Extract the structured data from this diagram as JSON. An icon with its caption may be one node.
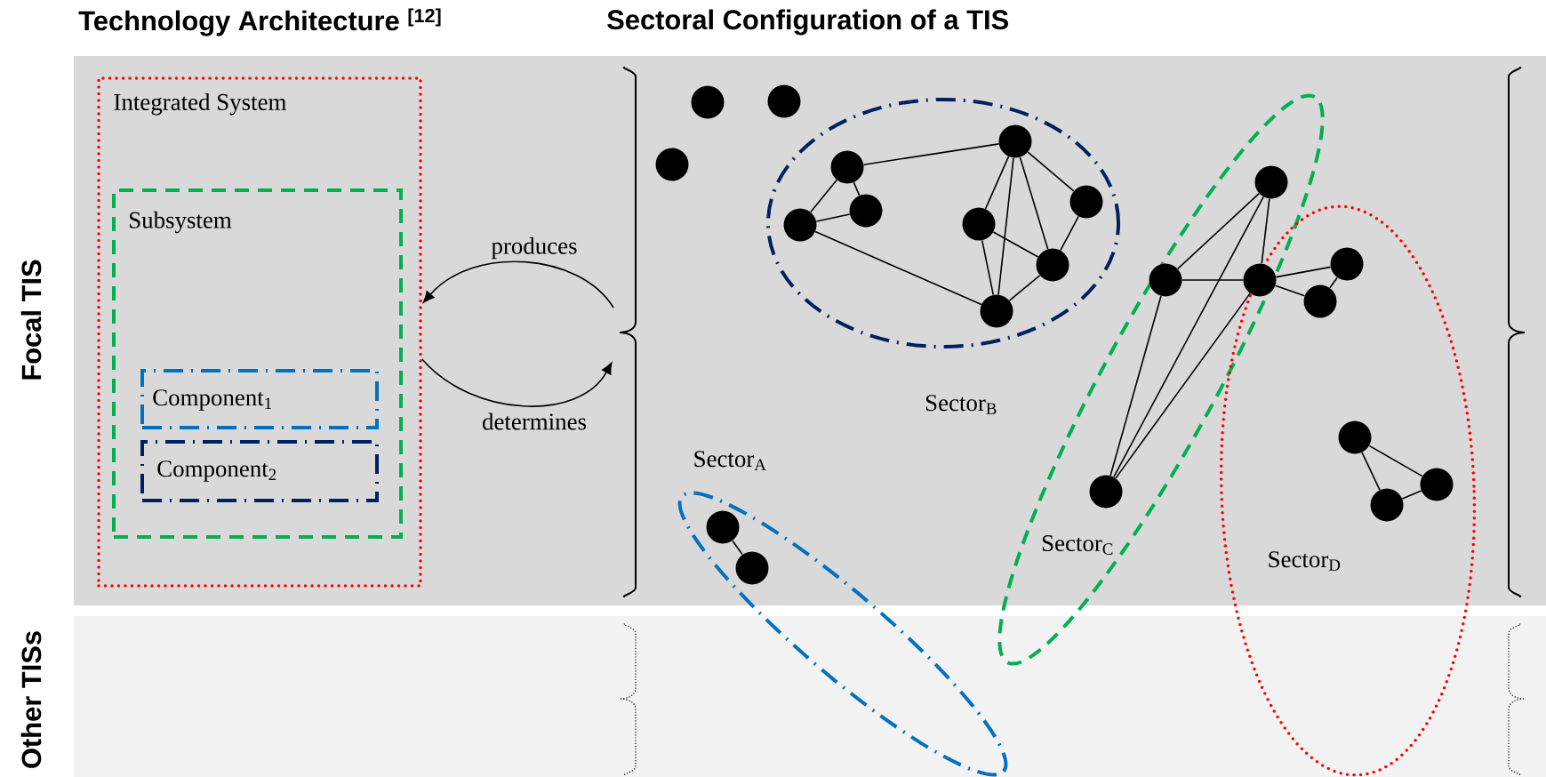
{
  "diagram": {
    "nodes": [
      {
        "text": [
          "Integrated System"
        ]
      },
      {
        "text": [
          "Subsystem"
        ],
        "in": 0
      },
      {
        "text": [
          "Component$_{1}$"
        ],
        "in": 1
      },
      {
        "text": [
          "Component$_{2}$"
        ],
        "in": 1
      },
      {
        "text": [],
        "shape": "circle"
      },
      {
        "text": [],
        "shape": "circle"
      },
      {
        "text": [],
        "shape": "circle"
      },
      {
        "text": [
          "Sector$_{B}$"
        ]
      },
      {
        "text": [],
        "shape": "circle",
        "in": 7
      },
      {
        "text": [],
        "shape": "circle",
        "in": 7
      },
      {
        "text": [],
        "shape": "circle",
        "in": 7
      },
      {
        "text": [],
        "shape": "circle",
        "in": 7
      },
      {
        "text": [],
        "shape": "circle",
        "in": 7
      },
      {
        "text": [],
        "shape": "circle",
        "in": 7
      },
      {
        "text": [],
        "shape": "circle",
        "in": 7
      },
      {
        "text": [],
        "shape": "circle",
        "in": 7
      },
      {
        "text": [
          "Sector$_{A}$"
        ]
      },
      {
        "text": [],
        "shape": "circle",
        "in": 16
      },
      {
        "text": [],
        "shape": "circle",
        "in": 16
      },
      {
        "text": [
          "Sector$_{C}$"
        ]
      },
      {
        "text": [
          "Sector$_{D}$"
        ]
      },
      {
        "text": [],
        "shape": "circle",
        "in": 19
      },
      {
        "text": [],
        "shape": "circle",
        "in": 19
      },
      {
        "text": [],
        "shape": "circle"
      },
      {
        "text": [],
        "shape": "circle",
        "in": 20
      },
      {
        "text": [],
        "shape": "circle",
        "in": 20
      },
      {
        "text": [],
        "shape": "circle",
        "in": 19
      },
      {
        "text": [],
        "shape": "circle",
        "in": 20
      },
      {
        "text": [],
        "shape": "circle",
        "in": 20
      },
      {
        "text": [],
        "shape": "circle",
        "in": 20
      }
    ],
    "edges": [
      {
        "from": null,
        "to": 0,
        "arrow": "to",
        "label": "produces"
      },
      {
        "from": 0,
        "to": null,
        "arrow": "to",
        "label": "determines"
      },
      {
        "from": 8,
        "to": 9,
        "arrow": "none"
      },
      {
        "from": 8,
        "to": 10,
        "arrow": "none"
      },
      {
        "from": 10,
        "to": 9,
        "arrow": "none"
      },
      {
        "from": 8,
        "to": 11,
        "arrow": "none"
      },
      {
        "from": 10,
        "to": 15,
        "arrow": "none"
      },
      {
        "from": 11,
        "to": 13,
        "arrow": "none"
      },
      {
        "from": 11,
        "to": 15,
        "arrow": "none"
      },
      {
        "from": 11,
        "to": 14,
        "arrow": "none"
      },
      {
        "from": 11,
        "to": 12,
        "arrow": "none"
      },
      {
        "from": 12,
        "to": 14,
        "arrow": "none"
      },
      {
        "from": 13,
        "to": 14,
        "arrow": "none"
      },
      {
        "from": 13,
        "to": 15,
        "arrow": "none"
      },
      {
        "from": 14,
        "to": 15,
        "arrow": "none"
      },
      {
        "from": 17,
        "to": 18,
        "arrow": "none"
      },
      {
        "from": 21,
        "to": 22,
        "arrow": "none"
      },
      {
        "from": 21,
        "to": 26,
        "arrow": "none"
      },
      {
        "from": 21,
        "to": 23,
        "arrow": "none"
      },
      {
        "from": 22,
        "to": 23,
        "arrow": "none"
      },
      {
        "from": 22,
        "to": 26,
        "arrow": "none"
      },
      {
        "from": 23,
        "to": 26,
        "arrow": "none"
      },
      {
        "from": 23,
        "to": 24,
        "arrow": "none"
      },
      {
        "from": 23,
        "to": 25,
        "arrow": "none"
      },
      {
        "from": 24,
        "to": 25,
        "arrow": "none"
      },
      {
        "from": 27,
        "to": 28,
        "arrow": "none"
      },
      {
        "from": 27,
        "to": 29,
        "arrow": "none"
      },
      {
        "from": 28,
        "to": 29,
        "arrow": "none"
      }
    ],
    "labels": [
      "Technology Architecture $^{[12]}$",
      "Sectoral Configuration of a TIS",
      "Focal TIS",
      "Other TISs"
    ]
  }
}
